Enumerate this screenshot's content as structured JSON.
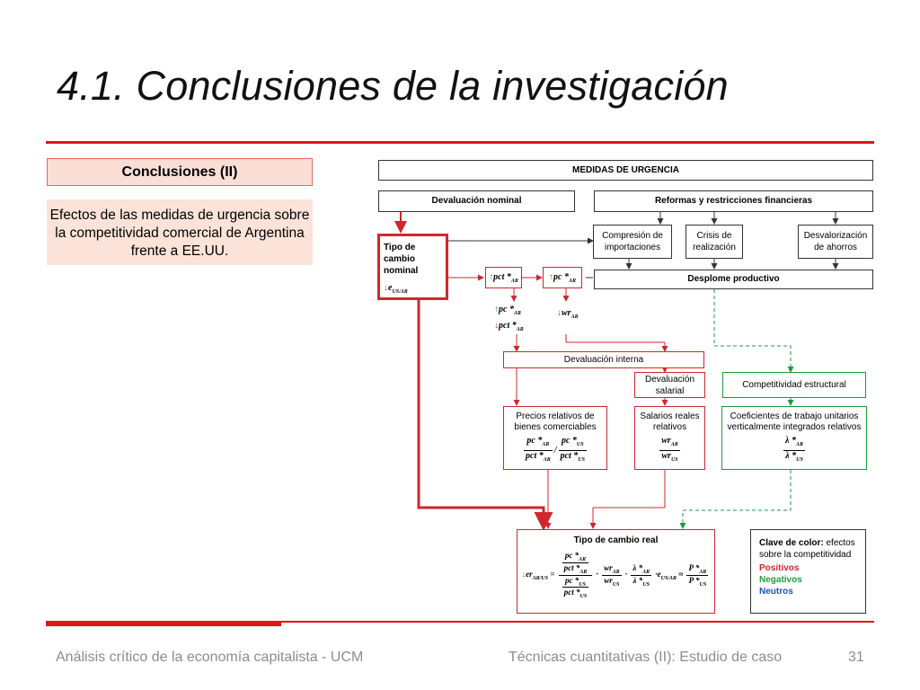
{
  "slide": {
    "title": "4.1.  Conclusiones de la investigación",
    "conclusions_label": "Conclusiones (II)",
    "effects_text": "Efectos de las medidas de urgencia sobre la competitividad comercial de Argentina frente a EE.UU.",
    "footer_left": "Análisis crítico de la economía capitalista - UCM",
    "footer_mid": "Técnicas cuantitativas (II): Estudio de caso",
    "page_number": "31"
  },
  "diagram": {
    "medidas": "MEDIDAS DE URGENCIA",
    "devaluacion_nominal": "Devaluación nominal",
    "reformas": "Reformas y restricciones financieras",
    "tipo_cambio_nominal": "Tipo de cambio nominal",
    "e_sym": "e",
    "e_sub": "US/AR",
    "compresion": "Compresión de importaciones",
    "crisis": "Crisis de realización",
    "desvalorizacion": "Desvalorización de ahorros",
    "pct_sym": "pct *",
    "pct_sub": "AR",
    "pc_sym": "pc *",
    "pc_sub": "AR",
    "desplome": "Desplome productivo",
    "pc_ratio_num": "pc *",
    "pc_ratio_num_sub": "AR",
    "pc_ratio_den": "pct *",
    "pc_ratio_den_sub": "AR",
    "wr_sym": "wr",
    "wr_sub": "AR",
    "devaluacion_interna": "Devaluación interna",
    "devaluacion_salarial": "Devaluación salarial",
    "competitividad": "Competitividad estructural",
    "precios_relativos": "Precios relativos de bienes comerciables",
    "salarios_reales": "Salarios reales relativos",
    "coeficientes": "Coeficientes de trabajo unitarios verticalmente integrados relativos",
    "tipo_cambio_real": "Tipo de cambio real",
    "legend_title": "Clave de color:",
    "legend_title_rest": " efectos sobre la competitividad",
    "legend_pos": "Positivos",
    "legend_neg": "Negativos",
    "legend_neu": "Neutros",
    "formula": {
      "pc": "pc *",
      "pct": "pct *",
      "ar": "AR",
      "us": "US",
      "wr": "wr",
      "lambda": "λ *",
      "er": "er",
      "er_sub": "AR/US",
      "e": "e",
      "e_sub": "US/AR",
      "P": "P *",
      "dot": "·",
      "eq": "=",
      "approx": "≈"
    }
  },
  "colors": {
    "accent_red": "#e0161d",
    "positive": "#d0272f",
    "negative": "#1f9a3f",
    "neutral": "#1f4fb8"
  }
}
